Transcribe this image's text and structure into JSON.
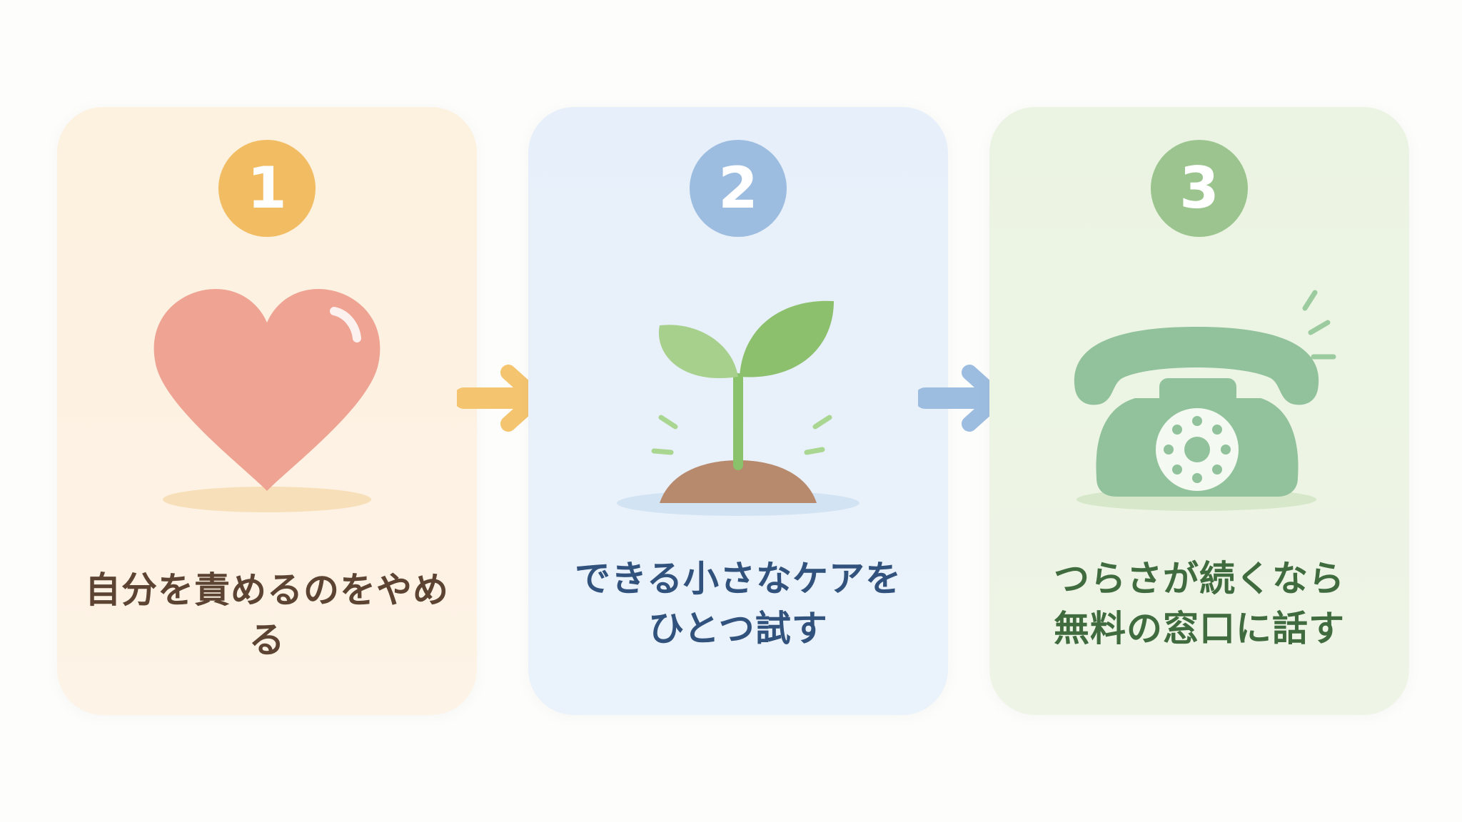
{
  "steps": [
    {
      "number": "1",
      "text": "自分を責めるのをやめる",
      "icon": "heart-icon",
      "color": "#f2bc62"
    },
    {
      "number": "2",
      "text_line1": "できる小さなケアを",
      "text_line2": "ひとつ試す",
      "icon": "sprout-icon",
      "color": "#9dbde0"
    },
    {
      "number": "3",
      "text_line1": "つらさが続くなら",
      "text_line2": "無料の窓口に話す",
      "icon": "telephone-icon",
      "color": "#9bc48f"
    }
  ],
  "connectors": [
    {
      "icon": "arrow-right-icon",
      "color": "#f4c46f"
    },
    {
      "icon": "arrow-right-icon",
      "color": "#9dbde0"
    }
  ]
}
